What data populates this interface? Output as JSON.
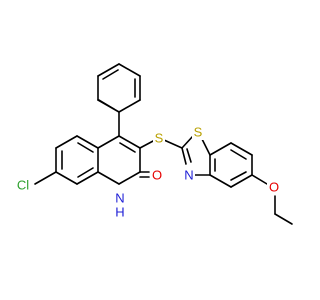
{
  "structure": {
    "atoms": {
      "cl": {
        "text": "Cl",
        "color": "#2ca02c"
      },
      "nh_n": {
        "text": "N",
        "color": "#1f1fd6"
      },
      "nh_h": {
        "text": "H",
        "color": "#1f1fd6"
      },
      "o_carbonyl": {
        "text": "O",
        "color": "#e60000"
      },
      "s_thioether": {
        "text": "S",
        "color": "#b8a000"
      },
      "s_ring": {
        "text": "S",
        "color": "#b8a000"
      },
      "n_ring": {
        "text": "N",
        "color": "#1f1fd6"
      },
      "o_ether": {
        "text": "O",
        "color": "#e60000"
      }
    }
  }
}
